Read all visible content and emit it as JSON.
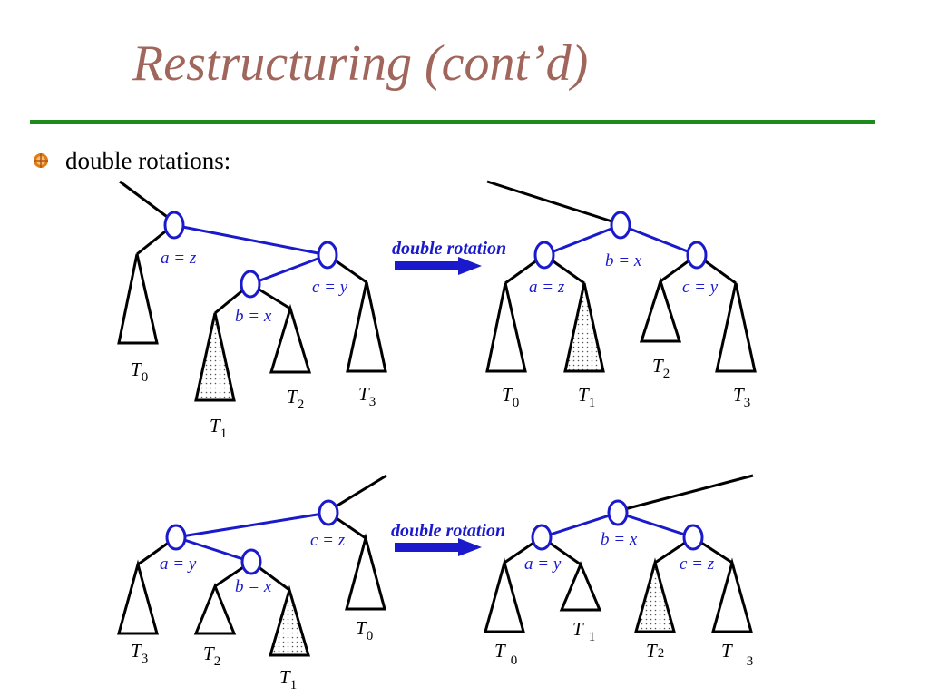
{
  "slide": {
    "title": "Restructuring (cont’d)",
    "bullet": "double rotations:"
  },
  "colors": {
    "title": "#a0665c",
    "rule": "#1e8a1e",
    "blue": "#1a1acc",
    "black": "#000000"
  },
  "diagrams": [
    {
      "arrow_label": "double rotation",
      "before": {
        "nodes": {
          "n1": "a = z",
          "n2": "c = y",
          "n3": "b = x"
        },
        "subtrees": [
          "T0",
          "T1",
          "T2",
          "T3"
        ]
      },
      "after": {
        "nodes": {
          "root": "b = x",
          "left": "a = z",
          "right": "c = y"
        },
        "subtrees": [
          "T0",
          "T1",
          "T2",
          "T3"
        ]
      }
    },
    {
      "arrow_label": "double rotation",
      "before": {
        "nodes": {
          "n1": "c = z",
          "n2": "a = y",
          "n3": "b = x"
        },
        "subtrees": [
          "T3",
          "T2",
          "T1",
          "T0"
        ]
      },
      "after": {
        "nodes": {
          "root": "b = x",
          "left": "a = y",
          "right": "c = z"
        },
        "subtrees": [
          "T0",
          "T1",
          "T2",
          "T3"
        ]
      }
    }
  ]
}
